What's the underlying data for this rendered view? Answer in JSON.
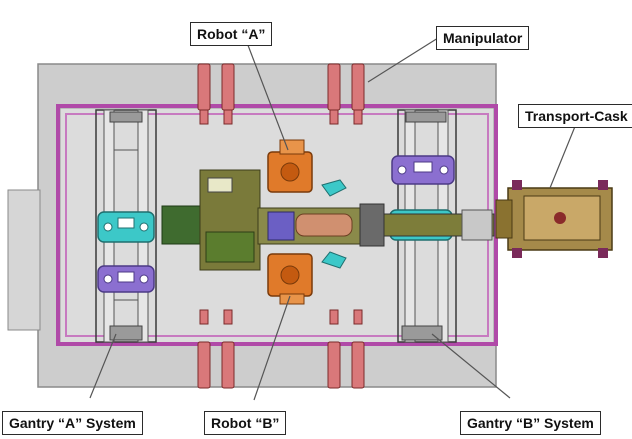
{
  "labels": {
    "robot_a": "Robot “A”",
    "manipulator": "Manipulator",
    "transport_cask": "Transport-Cask",
    "gantry_a": "Gantry “A” System",
    "robot_b": "Robot “B”",
    "gantry_b": "Gantry “B” System"
  },
  "colors": {
    "frame": "#c9c9c9",
    "rail": "#b04aa8",
    "gantry_a_carriage": "#3cc8c8",
    "gantry_b_carriage": "#8b6fd0",
    "robot": "#e07a2a",
    "cask": "#a58a4a",
    "manipulator": "#d9787a"
  }
}
